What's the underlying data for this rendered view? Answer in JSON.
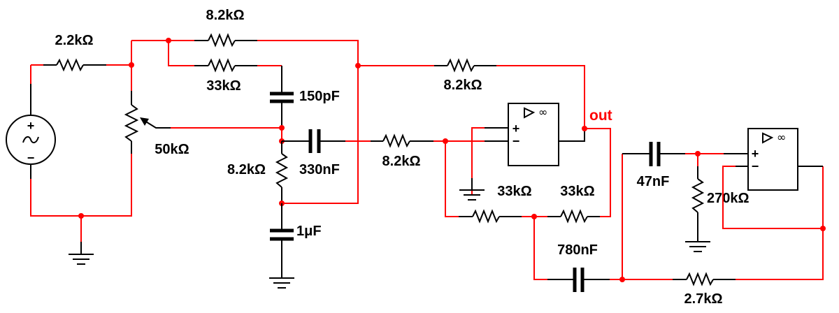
{
  "diagram": {
    "type": "circuit-schematic",
    "wire_color": "#ff0000",
    "component_color": "#000000",
    "components": {
      "r_input": {
        "kind": "resistor",
        "label": "2.2kΩ"
      },
      "r_top_a": {
        "kind": "resistor",
        "label": "8.2kΩ"
      },
      "r_top_b": {
        "kind": "resistor",
        "label": "33kΩ"
      },
      "pot": {
        "kind": "potentiometer",
        "label": "50kΩ"
      },
      "c_150p": {
        "kind": "capacitor",
        "label": "150pF"
      },
      "r_mid": {
        "kind": "resistor",
        "label": "8.2kΩ"
      },
      "c_330n": {
        "kind": "capacitor",
        "label": "330nF"
      },
      "c_1u": {
        "kind": "capacitor",
        "label": "1μF"
      },
      "r_feedback": {
        "kind": "resistor",
        "label": "8.2kΩ"
      },
      "r_in_opamp": {
        "kind": "resistor",
        "label": "8.2kΩ"
      },
      "r_33k_left": {
        "kind": "resistor",
        "label": "33kΩ"
      },
      "r_33k_right": {
        "kind": "resistor",
        "label": "33kΩ"
      },
      "c_780n": {
        "kind": "capacitor",
        "label": "780nF"
      },
      "c_47n": {
        "kind": "capacitor",
        "label": "47nF"
      },
      "r_270k": {
        "kind": "resistor",
        "label": "270kΩ"
      },
      "r_2_7k": {
        "kind": "resistor",
        "label": "2.7kΩ"
      },
      "source": {
        "kind": "ac-voltage-source",
        "plus": "+",
        "minus": "−",
        "wave": "~"
      },
      "opamp1": {
        "kind": "opamp",
        "gain_symbol": "∞",
        "plus": "+",
        "minus": "−"
      },
      "opamp2": {
        "kind": "opamp",
        "gain_symbol": "∞",
        "plus": "+",
        "minus": "−"
      }
    },
    "out_label": "out"
  }
}
